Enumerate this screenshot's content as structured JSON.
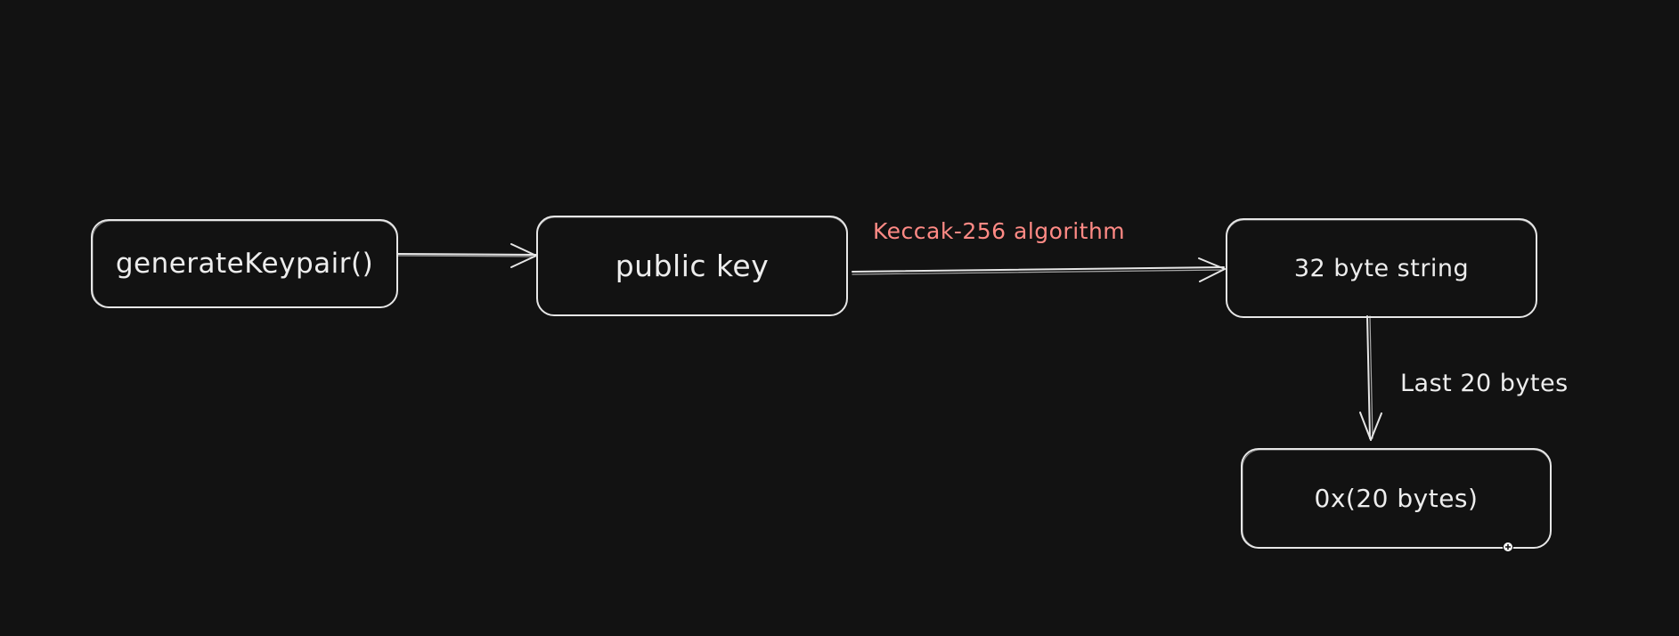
{
  "colors": {
    "background": "#121212",
    "stroke": "#e6e6e6",
    "text": "#ededed",
    "accent_label": "#ff8a85"
  },
  "nodes": {
    "generate_keypair": "generateKeypair()",
    "public_key": "public key",
    "byte_string": "32 byte string",
    "address": "0x(20 bytes)"
  },
  "edges": {
    "hash_label": "Keccak-256 algorithm",
    "slice_label": "Last 20 bytes"
  }
}
